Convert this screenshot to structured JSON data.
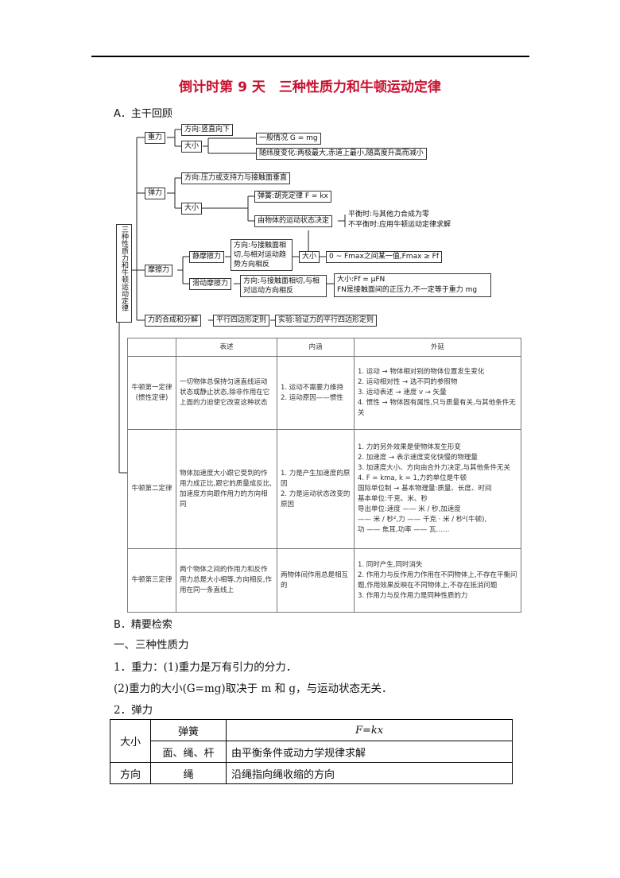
{
  "title": "倒计时第 9 天　三种性质力和牛顿运动定律",
  "section_a": "A．主干回顾",
  "diagram": {
    "root": "三种性质力和牛顿运动定律",
    "gravity": {
      "label": "重力",
      "direction": "方向:竖直向下",
      "size": "大小",
      "general": "一般情况 G = mg",
      "lat": "随纬度变化:两极最大,赤道上最小,随高度升高而减小"
    },
    "elastic": {
      "label": "弹力",
      "direction": "方向:压力或支持力与接触面垂直",
      "size": "大小",
      "spring": "弹簧:胡克定律 F = kx",
      "motion": "由物体的运动状态决定",
      "balance": "平衡时:与其他力合成为零",
      "unbalance": "不平衡时:应用牛顿运动定律求解"
    },
    "friction": {
      "label": "摩擦力",
      "static": "静摩擦力",
      "static_dir": "方向:与接触面相切,与相对运动趋势方向相反",
      "static_size": "大小",
      "static_range": "0 ~ Fmax之间某一值,Fmax ≥ Ff",
      "sliding": "滑动摩擦力",
      "sliding_dir": "方向:与接触面相切,与相对运动方向相反",
      "sliding_size": "大小:Ff = μFN",
      "sliding_note": "FN是接触面间的正压力,不一定等于重力 mg"
    },
    "compose": "力的合成和分解",
    "parallelogram": "平行四边形定则",
    "experiment": "实验:验证力的平行四边形定则"
  },
  "laws": {
    "headers": [
      "",
      "表述",
      "内涵",
      "外延"
    ],
    "rows": [
      {
        "name": "牛顿第一定律(惯性定律)",
        "statement": "一切物体总保持匀速直线运动状态或静止状态,除非作用在它上面的力迫使它改变这种状态",
        "meaning": [
          "1. 运动不需要力维持",
          "2. 运动原因——惯性"
        ],
        "extension": [
          "1. 运动 → 物体相对别的物体位置发生变化",
          "2. 运动相对性 → 选不同的参照物",
          "3. 运动表述 → 速度 v → 矢量",
          "4. 惯性 → 物体固有属性,只与质量有关,与其他条件无关"
        ]
      },
      {
        "name": "牛顿第二定律",
        "statement": "物体加速度大小跟它受到的作用力成正比,跟它的质量成反比,加速度方向跟作用力的方向相同",
        "meaning": [
          "1. 力是产生加速度的原因",
          "2. 力是运动状态改变的原因"
        ],
        "extension": [
          "1. 力的另外效果是使物体发生形变",
          "2. 加速度 → 表示速度变化快慢的物理量",
          "3. 加速度大小、方向由合外力决定,与其他条件无关",
          "4. F = kma, k = 1,力的单位是牛顿",
          "国际单位制 → 基本物理量:质量、长度、时间",
          "基本单位:千克、米、秒",
          "导出单位:速度 —— 米 / 秒,加速度",
          "—— 米 / 秒²,力 —— 千克 · 米 / 秒²(牛顿),",
          "功 —— 焦耳,功率 —— 瓦……"
        ]
      },
      {
        "name": "牛顿第三定律",
        "statement": "两个物体之间的作用力和反作用力总是大小相等,方向相反,作用在同一条直线上",
        "meaning": [
          "两物体间作用总是相互的"
        ],
        "extension": [
          "1. 同时产生,同时消失",
          "2. 作用力与反作用力作用在不同物体上,不存在平衡问题,作用效果反映在不同物体上,不存在抵消问题",
          "3. 作用力与反作用力是同种性质的力"
        ]
      }
    ]
  },
  "section_b": "B．精要检索",
  "h1": "一、三种性质力",
  "p1": "1．重力：(1)重力是万有引力的分力．",
  "p2": "(2)重力的大小(G=mg)取决于 m 和 g，与运动状态无关．",
  "p3": "2．弹力",
  "spring_table": {
    "size": "大小",
    "direction": "方向",
    "spring": "弹簧",
    "spring_val": "F=kx",
    "surface": "面、绳、杆",
    "surface_val": "由平衡条件或动力学规律求解",
    "rope": "绳",
    "rope_val": "沿绳指向绳收缩的方向"
  }
}
